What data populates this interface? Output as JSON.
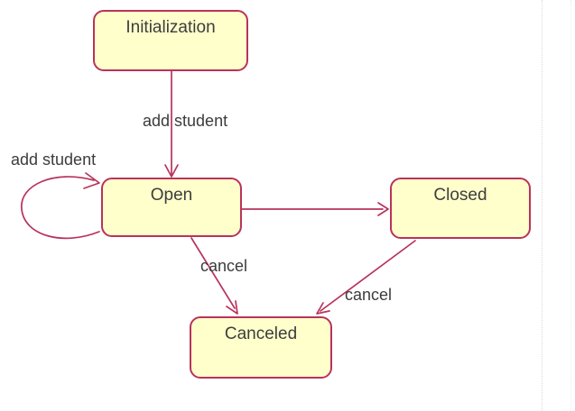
{
  "diagram": {
    "type": "uml-state-diagram",
    "background_color": "#ffffff",
    "colors": {
      "state_fill": "#ffffcc",
      "state_border": "#b8335c",
      "edge": "#b8335c",
      "text": "#3d3d3d"
    },
    "states": [
      {
        "id": "initialization",
        "label": "Initialization"
      },
      {
        "id": "open",
        "label": "Open"
      },
      {
        "id": "closed",
        "label": "Closed"
      },
      {
        "id": "canceled",
        "label": "Canceled"
      }
    ],
    "transitions": [
      {
        "from": "initialization",
        "to": "open",
        "label": "add student"
      },
      {
        "from": "open",
        "to": "open",
        "label": "add student"
      },
      {
        "from": "open",
        "to": "closed",
        "label": ""
      },
      {
        "from": "open",
        "to": "canceled",
        "label": "cancel"
      },
      {
        "from": "closed",
        "to": "canceled",
        "label": "cancel"
      }
    ]
  }
}
